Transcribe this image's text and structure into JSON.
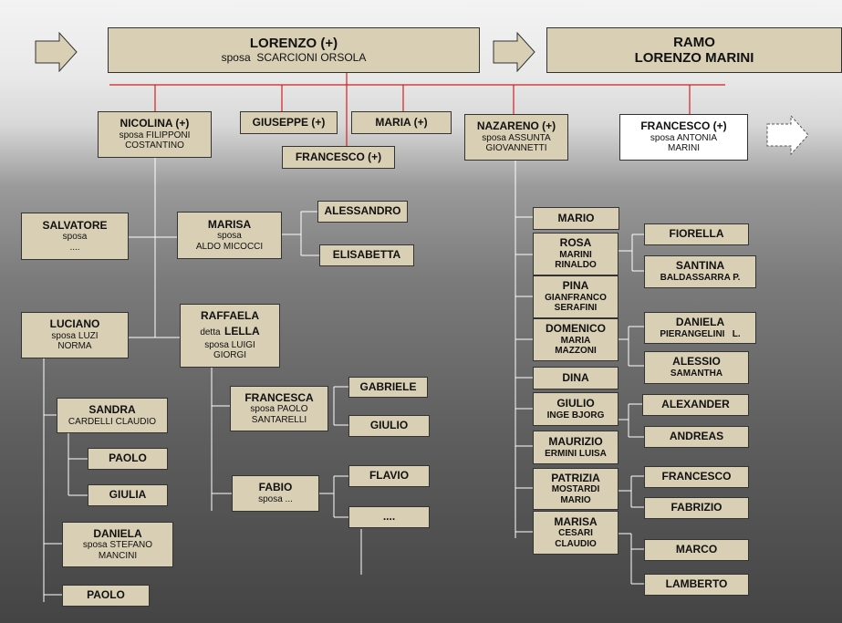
{
  "header": {
    "lorenzo": {
      "name": "LORENZO (+)",
      "spouse_pre": "sposa",
      "spouse": "SCARCIONI ORSOLA"
    },
    "ramo": {
      "line1": "RAMO",
      "line2": "LORENZO  MARINI"
    }
  },
  "children": {
    "nicolina": {
      "name": "NICOLINA (+)",
      "l2": "sposa FILIPPONI",
      "l3": "COSTANTINO"
    },
    "giuseppe": {
      "name": "GIUSEPPE (+)"
    },
    "maria": {
      "name": "MARIA (+)"
    },
    "francesco_child": {
      "name": "FRANCESCO (+)"
    },
    "nazareno": {
      "name": "NAZARENO (+)",
      "l2": "sposa ASSUNTA",
      "l3": "GIOVANNETTI"
    },
    "francesco_main": {
      "name": "FRANCESCO (+)",
      "l2": "sposa ANTONIA",
      "l3": "MARINI"
    }
  },
  "nicolina_branch": {
    "salvatore": {
      "name": "SALVATORE",
      "l2": "sposa",
      "l3": "...."
    },
    "marisa": {
      "name": "MARISA",
      "l2": "sposa",
      "l3": "ALDO MICOCCI"
    },
    "alessandro": {
      "name": "ALESSANDRO"
    },
    "elisabetta": {
      "name": "ELISABETTA"
    },
    "luciano": {
      "name": "LUCIANO",
      "l2": "sposa LUZI",
      "l3": "NORMA"
    },
    "raffaela": {
      "name": "RAFFAELA",
      "l2a": "detta",
      "l2b": "LELLA",
      "l3": "sposa LUIGI",
      "l4": "GIORGI"
    },
    "francesca": {
      "name": "FRANCESCA",
      "l2": "sposa PAOLO",
      "l3": "SANTARELLI"
    },
    "gabriele": {
      "name": "GABRIELE"
    },
    "giulio": {
      "name": "GIULIO"
    },
    "sandra": {
      "name": "SANDRA",
      "l2": "CARDELLI CLAUDIO"
    },
    "paolo1": {
      "name": "PAOLO"
    },
    "giulia": {
      "name": "GIULIA"
    },
    "fabio": {
      "name": "FABIO",
      "l2": "sposa ..."
    },
    "flavio": {
      "name": "FLAVIO"
    },
    "dots": {
      "name": "...."
    },
    "daniela": {
      "name": "DANIELA",
      "l2": "sposa STEFANO",
      "l3": "MANCINI"
    },
    "paolo2": {
      "name": "PAOLO"
    }
  },
  "nazareno_branch": {
    "mario": {
      "name": "MARIO"
    },
    "rosa": {
      "name": "ROSA",
      "l2": "MARINI",
      "l3": "RINALDO"
    },
    "pina": {
      "name": "PINA",
      "l2": "GIANFRANCO",
      "l3": "SERAFINI"
    },
    "domenico": {
      "name": "DOMENICO",
      "l2": "MARIA",
      "l3": "MAZZONI"
    },
    "dina": {
      "name": "DINA"
    },
    "giulio": {
      "name": "GIULIO",
      "l2": "INGE BJORG"
    },
    "maurizio": {
      "name": "MAURIZIO",
      "l2": "ERMINI LUISA"
    },
    "patrizia": {
      "name": "PATRIZIA",
      "l2": "MOSTARDI",
      "l3": "MARIO"
    },
    "marisa": {
      "name": "MARISA",
      "l2": "CESARI",
      "l3": "CLAUDIO"
    },
    "fiorella": {
      "name": "FIORELLA"
    },
    "santina": {
      "name": "SANTINA",
      "l2": "BALDASSARRA P."
    },
    "daniela": {
      "name": "DANIELA",
      "l2": "PIERANGELINI   L."
    },
    "alessio": {
      "name": "ALESSIO",
      "l2": "SAMANTHA"
    },
    "alexander": {
      "name": "ALEXANDER"
    },
    "andreas": {
      "name": "ANDREAS"
    },
    "francesco": {
      "name": "FRANCESCO"
    },
    "fabrizio": {
      "name": "FABRIZIO"
    },
    "marco": {
      "name": "MARCO"
    },
    "lamberto": {
      "name": "LAMBERTO"
    }
  },
  "colors": {
    "box": "#d8cfb4",
    "line_red": "#d42020",
    "line_white": "#ffffff"
  },
  "icons": [
    "arrow-right-icon"
  ]
}
